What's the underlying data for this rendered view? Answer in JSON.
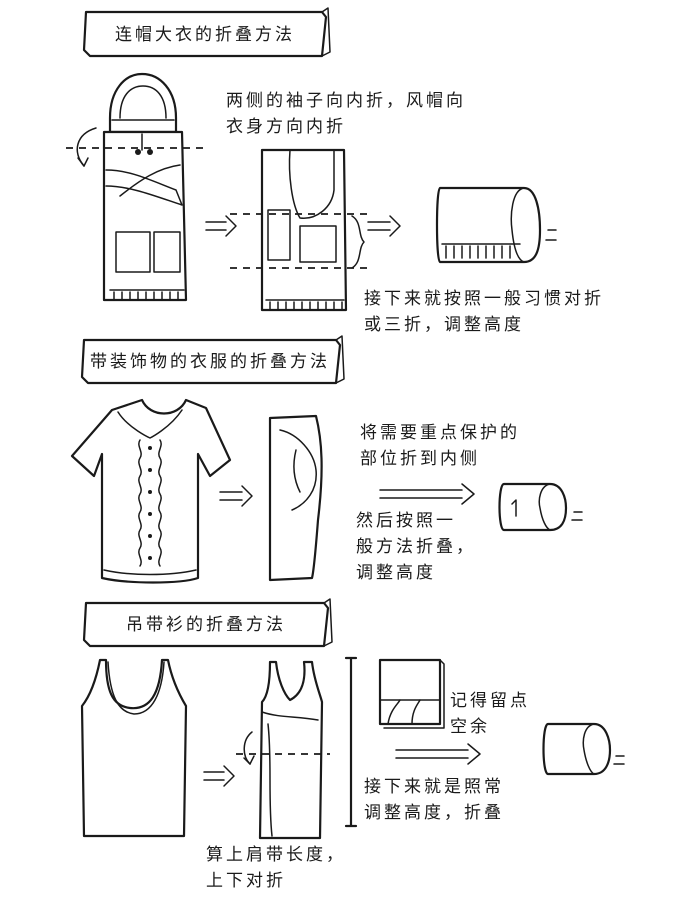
{
  "sections": [
    {
      "title": "连帽大衣的折叠方法",
      "notes": [
        "两侧的袖子向内折，风帽向",
        "衣身方向内折"
      ],
      "notes2": [
        "接下来就按照一般习惯对折",
        "或三折，调整高度"
      ]
    },
    {
      "title": "带装饰物的衣服的折叠方法",
      "notes": [
        "将需要重点保护的",
        "部位折到内侧"
      ],
      "notes2": [
        "然后按照一",
        "般方法折叠，",
        "调整高度"
      ]
    },
    {
      "title": "吊带衫的折叠方法",
      "notes": [
        "记得留点",
        "空余"
      ],
      "notes2": [
        "接下来就是照常",
        "调整高度，折叠"
      ],
      "notes3": [
        "算上肩带长度，",
        "上下对折"
      ]
    }
  ],
  "icons": [
    "hooded-coat",
    "shirt-with-ruffle",
    "camisole",
    "folded-roll",
    "arrow-right"
  ]
}
